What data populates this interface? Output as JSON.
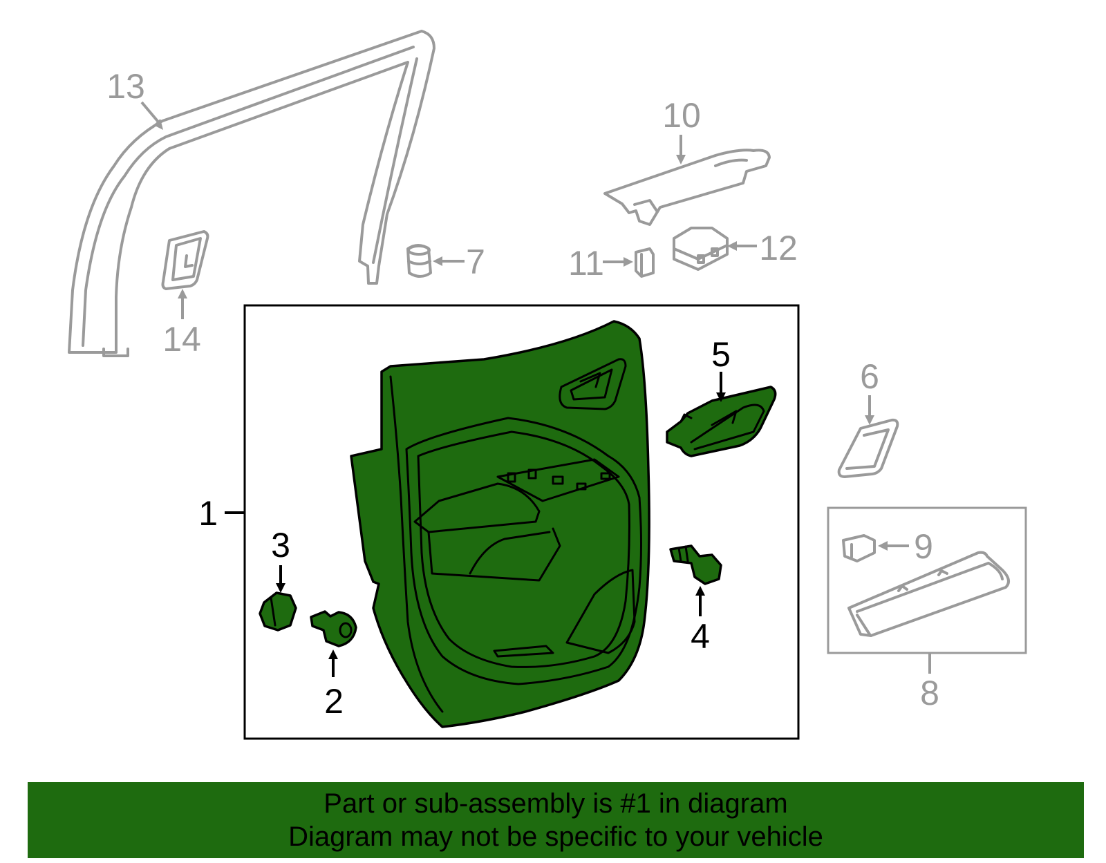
{
  "colors": {
    "highlight": "#1e6b0f",
    "highlight_stroke": "#000000",
    "unselected_part": "#9a9a9a",
    "banner_bg": "#1e6b0f",
    "banner_text": "#000000",
    "inset_box_border": "#000000",
    "sub_box_border": "#9a9a9a"
  },
  "callouts": [
    {
      "number": "1",
      "highlighted": true
    },
    {
      "number": "2",
      "highlighted": true
    },
    {
      "number": "3",
      "highlighted": true
    },
    {
      "number": "4",
      "highlighted": true
    },
    {
      "number": "5",
      "highlighted": true
    },
    {
      "number": "6",
      "highlighted": false
    },
    {
      "number": "7",
      "highlighted": false
    },
    {
      "number": "8",
      "highlighted": false
    },
    {
      "number": "9",
      "highlighted": false
    },
    {
      "number": "10",
      "highlighted": false
    },
    {
      "number": "11",
      "highlighted": false
    },
    {
      "number": "12",
      "highlighted": false
    },
    {
      "number": "13",
      "highlighted": false
    },
    {
      "number": "14",
      "highlighted": false
    }
  ],
  "banner": {
    "line1": "Part or sub-assembly is #1 in diagram",
    "line2": "Diagram may not be specific to your vehicle"
  }
}
